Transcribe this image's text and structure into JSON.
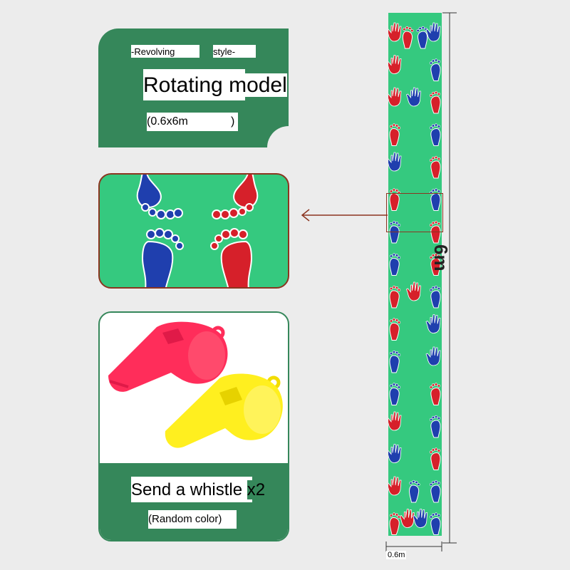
{
  "card_model": {
    "label_revolving": "-Revolving",
    "label_style": "style-",
    "title": "Rotating model",
    "dimensions": "(0.6x6m",
    "dimensions_close": ")"
  },
  "card_whistle": {
    "title": "Send a whistle",
    "quantity": "x2",
    "note": "(Random color)"
  },
  "strip": {
    "length_label": "6m",
    "width_label": "0.6m"
  },
  "colors": {
    "dark_green": "#35875a",
    "light_green": "#35c97f",
    "red_foot": "#d6202a",
    "blue_foot": "#1f3fae",
    "arrow": "#8b3520",
    "whistle_red": "#ff2d5a",
    "whistle_yellow": "#ffef1f"
  },
  "icons": [
    "footprint-icon",
    "handprint-icon",
    "whistle-icon",
    "arrow-left-icon"
  ]
}
